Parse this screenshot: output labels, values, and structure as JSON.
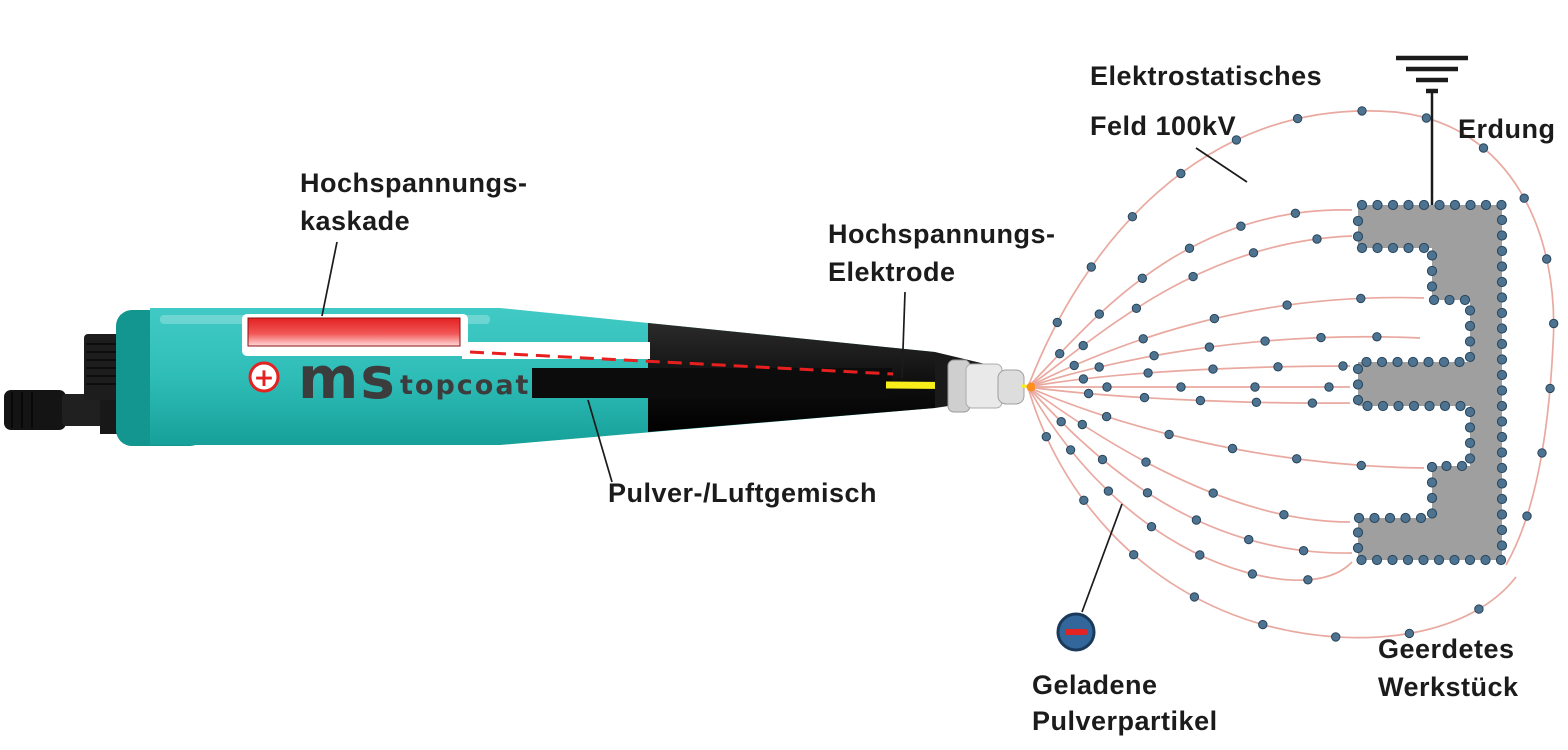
{
  "labels": {
    "cascade1": "Hochspannungs-",
    "cascade2": "kaskade",
    "electrode1": "Hochspannungs-",
    "electrode2": "Elektrode",
    "powder_air": "Pulver-/Luftgemisch",
    "field1": "Elektrostatisches",
    "field2": "Feld 100kV",
    "ground": "Erdung",
    "particle1": "Geladene",
    "particle2": "Pulverpartikel",
    "workpiece1": "Geerdetes",
    "workpiece2": "Werkstück"
  },
  "logo": {
    "plus": "+",
    "brand": "ms",
    "sub": "topcoat"
  },
  "particle_sign": "−",
  "colors": {
    "gun_teal": "#2fbdb8",
    "gun_teal_dark": "#13968f",
    "gun_black": "#141414",
    "cascade_red": "#e32222",
    "dash_red": "#e81f1f",
    "electrode_yellow": "#f8ee1a",
    "spark_orange": "#ff8a1e",
    "field_line_pink": "#e8a49b",
    "dot_fill": "#4d7390",
    "dot_stroke": "#27455c",
    "workpiece_gray": "#9f9f9f",
    "charged_particle_blue": "#33679c",
    "label_black": "#1b1b1b"
  }
}
